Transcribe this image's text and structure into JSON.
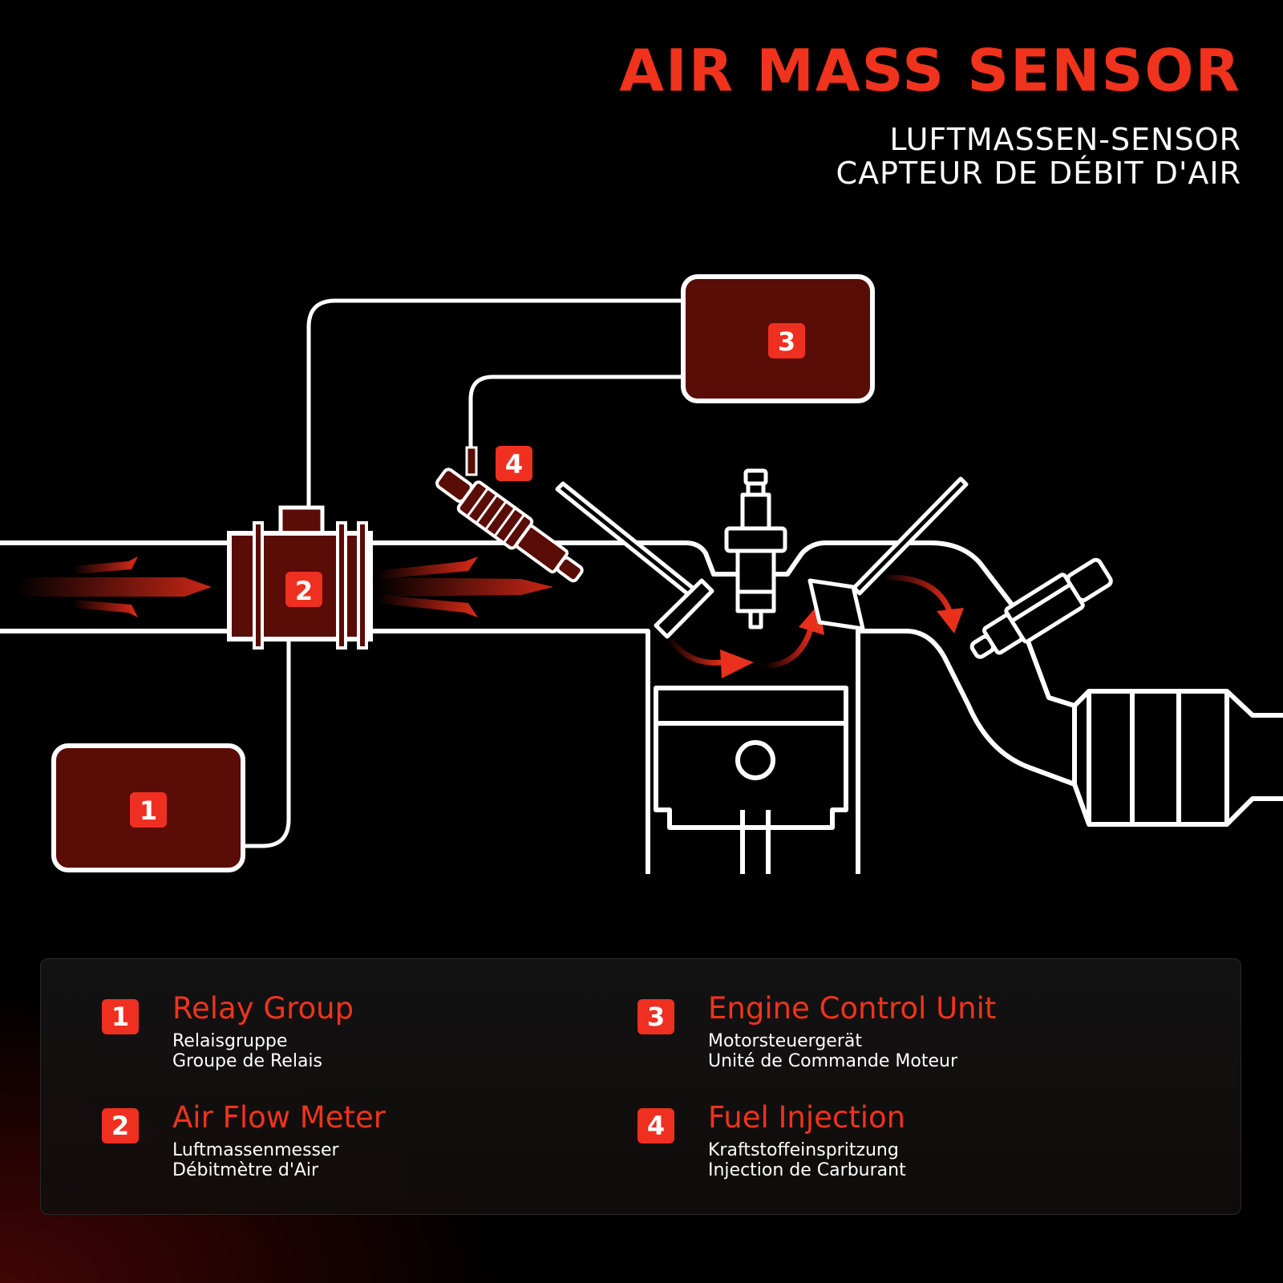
{
  "header": {
    "title": "AIR MASS SENSOR",
    "subtitle_de": "LUFTMASSEN-SENSOR",
    "subtitle_fr": "CAPTEUR DE DÉBIT D'AIR"
  },
  "diagram": {
    "badges": [
      "1",
      "2",
      "3",
      "4"
    ],
    "components": {
      "relay_box": "1",
      "air_flow_meter": "2",
      "engine_control_unit": "3",
      "fuel_injector": "4"
    },
    "icons": [
      "air-flow-arrow-icon",
      "spark-plug-icon",
      "oxygen-sensor-icon",
      "catalytic-converter-icon",
      "piston-icon",
      "valve-icon"
    ],
    "colors": {
      "accent": "#f0331c",
      "box_fill": "#5a0c06",
      "line": "#ffffff",
      "background": "#000000"
    }
  },
  "legend": {
    "items": [
      {
        "number": "1",
        "title": "Relay Group",
        "de": "Relaisgruppe",
        "fr": "Groupe de Relais"
      },
      {
        "number": "2",
        "title": "Air Flow Meter",
        "de": "Luftmassenmesser",
        "fr": "Débitmètre d'Air"
      },
      {
        "number": "3",
        "title": "Engine Control Unit",
        "de": "Motorsteuergerät",
        "fr": "Unité de Commande Moteur"
      },
      {
        "number": "4",
        "title": "Fuel Injection",
        "de": "Kraftstoffeinspritzung",
        "fr": "Injection de Carburant"
      }
    ]
  }
}
